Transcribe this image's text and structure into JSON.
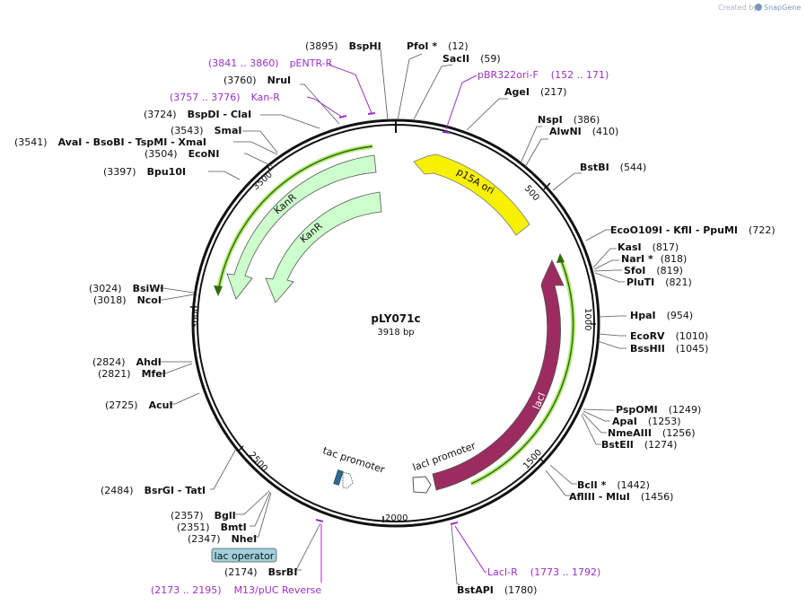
{
  "credit": {
    "prefix": "Created by",
    "brand": "SnapGene"
  },
  "plasmid": {
    "name": "pLY071c",
    "size": "3918 bp"
  },
  "ticks": [
    "500",
    "1000",
    "1500",
    "2000",
    "2500",
    "3000",
    "3500"
  ],
  "sites": [
    {
      "id": "pfoi",
      "name": "PfoI *",
      "pos": "(12)"
    },
    {
      "id": "sacii",
      "name": "SacII",
      "pos": "(59)"
    },
    {
      "id": "agei",
      "name": "AgeI",
      "pos": "(217)"
    },
    {
      "id": "nspi",
      "name": "NspI",
      "pos": "(386)"
    },
    {
      "id": "alwni",
      "name": "AlwNI",
      "pos": "(410)"
    },
    {
      "id": "bstbi",
      "name": "BstBI",
      "pos": "(544)"
    },
    {
      "id": "eco",
      "name": "EcoO109I   - KflI   - PpuMI",
      "pos": "(722)"
    },
    {
      "id": "kasi",
      "name": "KasI",
      "pos": "(817)"
    },
    {
      "id": "nari",
      "name": "NarI *",
      "pos": "(818)"
    },
    {
      "id": "sfoi",
      "name": "SfoI",
      "pos": "(819)"
    },
    {
      "id": "pluti",
      "name": "PluTI",
      "pos": "(821)"
    },
    {
      "id": "hpai",
      "name": "HpaI",
      "pos": "(954)"
    },
    {
      "id": "ecorv",
      "name": "EcoRV",
      "pos": "(1010)"
    },
    {
      "id": "bsshii",
      "name": "BssHII",
      "pos": "(1045)"
    },
    {
      "id": "pspomi",
      "name": "PspOMI",
      "pos": "(1249)"
    },
    {
      "id": "apai",
      "name": "ApaI",
      "pos": "(1253)"
    },
    {
      "id": "nmeaiii",
      "name": "NmeAIII",
      "pos": "(1256)"
    },
    {
      "id": "bsteii",
      "name": "BstEII",
      "pos": "(1274)"
    },
    {
      "id": "bcli",
      "name": "BclI *",
      "pos": "(1442)"
    },
    {
      "id": "afliii",
      "name": "AflIII   - MluI",
      "pos": "(1456)"
    },
    {
      "id": "bstapi",
      "name": "BstAPI",
      "pos": "(1780)"
    },
    {
      "id": "bsrbi",
      "name": "BsrBI",
      "pos": "(2174)"
    },
    {
      "id": "nhei",
      "name": "NheI",
      "pos": "(2347)"
    },
    {
      "id": "bmti",
      "name": "BmtI",
      "pos": "(2351)"
    },
    {
      "id": "bgli",
      "name": "BglI",
      "pos": "(2357)"
    },
    {
      "id": "bsrgi",
      "name": "BsrGI   - TatI",
      "pos": "(2484)"
    },
    {
      "id": "acui",
      "name": "AcuI",
      "pos": "(2725)"
    },
    {
      "id": "mfei",
      "name": "MfeI",
      "pos": "(2821)"
    },
    {
      "id": "ahdi",
      "name": "AhdI",
      "pos": "(2824)"
    },
    {
      "id": "ncoi",
      "name": "NcoI",
      "pos": "(3018)"
    },
    {
      "id": "bsiwi",
      "name": "BsiWI",
      "pos": "(3024)"
    },
    {
      "id": "bpu10i",
      "name": "Bpu10I",
      "pos": "(3397)"
    },
    {
      "id": "econi",
      "name": "EcoNI",
      "pos": "(3504)"
    },
    {
      "id": "avai",
      "name": "AvaI   - BsoBI   - TspMI   - XmaI",
      "pos": "(3541)"
    },
    {
      "id": "smai",
      "name": "SmaI",
      "pos": "(3543)"
    },
    {
      "id": "bspdi",
      "name": "BspDI   - ClaI",
      "pos": "(3724)"
    },
    {
      "id": "irui",
      "name": "NruI",
      "pos": "(3760)"
    },
    {
      "id": "bsphi",
      "name": "BspHI",
      "pos": "(3895)"
    }
  ],
  "primers": [
    {
      "id": "pbr322",
      "name": "pBR322ori-F",
      "range": "(152 .. 171)"
    },
    {
      "id": "lacir",
      "name": "LacI-R",
      "range": "(1773 .. 1792)"
    },
    {
      "id": "m13",
      "name": "M13/pUC Reverse",
      "range": "(2173 .. 2195)"
    },
    {
      "id": "kanr",
      "name": "Kan-R",
      "range": "(3757 .. 3776)"
    },
    {
      "id": "pentr",
      "name": "pENTR-R",
      "range": "(3841 .. 3860)"
    }
  ],
  "features": {
    "p15a": "p15A ori",
    "laci": "lacI",
    "laci_promoter": "lacI promoter",
    "tac_promoter": "tac promoter",
    "lac_operator": "lac operator",
    "kanr_outer": "KanR",
    "kanr_inner": "KanR"
  },
  "colors": {
    "p15a": "#f7f000",
    "laci": "#9c2c60",
    "kanr": "#ccffcc",
    "primer": "#9b30c8",
    "orf": "#b4e87a",
    "lac_operator": "#a0d0dc"
  }
}
